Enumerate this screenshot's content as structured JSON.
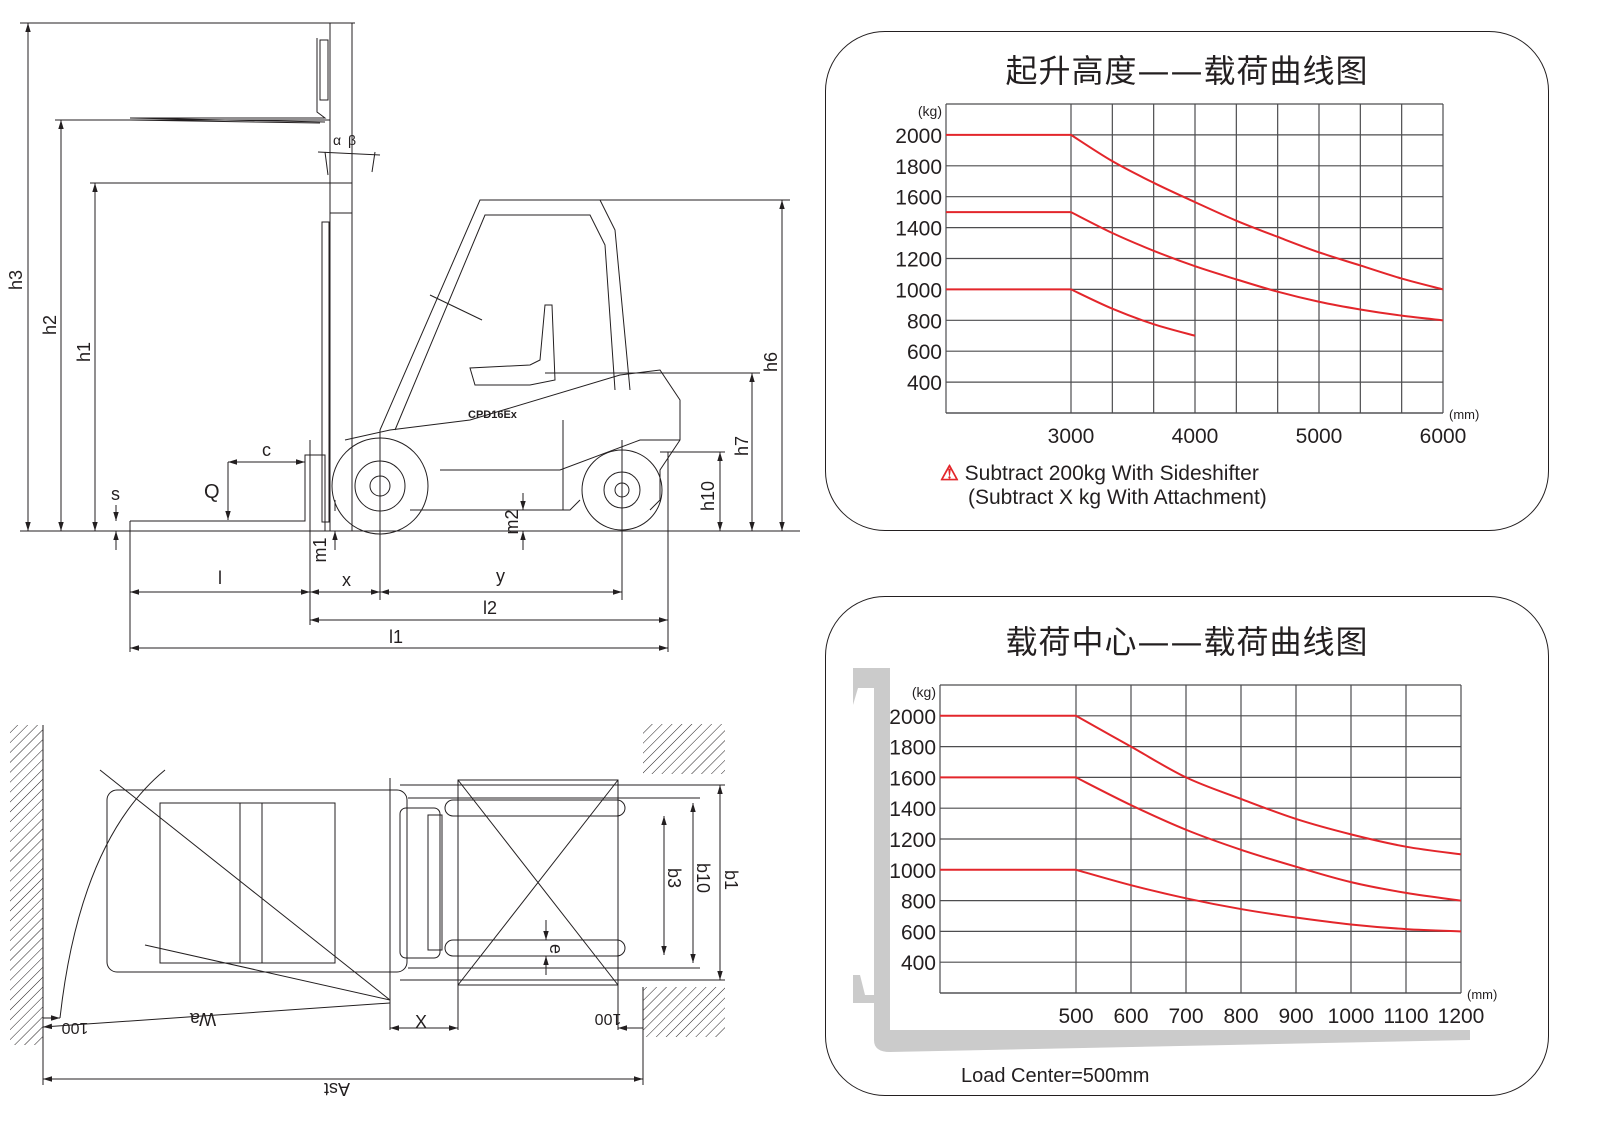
{
  "drawing": {
    "side_view": {
      "model_label": "CPD16Ex",
      "dimension_labels": {
        "h3": "h3",
        "h2": "h2",
        "h1": "h1",
        "h6": "h6",
        "h7": "h7",
        "h10": "h10",
        "alpha": "α",
        "beta": "β",
        "c": "c",
        "Q": "Q",
        "s": "s",
        "m1": "m1",
        "m2": "m2",
        "l": "l",
        "x": "x",
        "y": "y",
        "l2": "l2",
        "l1": "l1"
      }
    },
    "top_view": {
      "dimension_labels": {
        "Wa": "Wa",
        "X": "X",
        "Ast": "Ast",
        "b1": "b1",
        "b3": "b3",
        "b10": "b10",
        "e": "e",
        "clearance_left": "100",
        "clearance_right": "100"
      }
    }
  },
  "chart_data": [
    {
      "type": "line",
      "title": "起升高度——载荷曲线图",
      "xlabel": "(mm)",
      "ylabel": "(kg)",
      "x_ticks": [
        3000,
        4000,
        5000,
        6000
      ],
      "y_ticks": [
        400,
        600,
        800,
        1000,
        1200,
        1400,
        1600,
        1800,
        2000
      ],
      "xlim": [
        2000,
        6000
      ],
      "ylim": [
        200,
        2200
      ],
      "grid": true,
      "series": [
        {
          "name": "curve-2000",
          "color": "#e3262b",
          "points": [
            [
              2000,
              2000
            ],
            [
              3000,
              2000
            ],
            [
              3333,
              1830
            ],
            [
              3667,
              1690
            ],
            [
              4000,
              1565
            ],
            [
              4333,
              1445
            ],
            [
              4667,
              1340
            ],
            [
              5000,
              1240
            ],
            [
              5333,
              1155
            ],
            [
              5667,
              1070
            ],
            [
              6000,
              1000
            ]
          ]
        },
        {
          "name": "curve-1500",
          "color": "#e3262b",
          "points": [
            [
              2000,
              1500
            ],
            [
              3000,
              1500
            ],
            [
              3333,
              1365
            ],
            [
              3667,
              1250
            ],
            [
              4000,
              1150
            ],
            [
              4333,
              1065
            ],
            [
              4667,
              985
            ],
            [
              5000,
              920
            ],
            [
              5333,
              870
            ],
            [
              5667,
              830
            ],
            [
              6000,
              800
            ]
          ]
        },
        {
          "name": "curve-1000",
          "color": "#e3262b",
          "points": [
            [
              2000,
              1000
            ],
            [
              3000,
              1000
            ],
            [
              3333,
              875
            ],
            [
              3667,
              775
            ],
            [
              4000,
              700
            ]
          ]
        }
      ],
      "notes": {
        "warning_icon": "warning-triangle-icon",
        "line1": "Subtract 200kg With Sideshifter",
        "line2": "(Subtract X kg With Attachment)"
      }
    },
    {
      "type": "line",
      "title": "载荷中心——载荷曲线图",
      "xlabel": "(mm)",
      "ylabel": "(kg)",
      "x_ticks": [
        500,
        600,
        700,
        800,
        900,
        1000,
        1100,
        1200
      ],
      "y_ticks": [
        400,
        600,
        800,
        1000,
        1200,
        1400,
        1600,
        1800,
        2000
      ],
      "xlim": [
        0,
        1200
      ],
      "ylim": [
        200,
        2200
      ],
      "grid": true,
      "series": [
        {
          "name": "curve-2000",
          "color": "#e3262b",
          "points": [
            [
              0,
              2000
            ],
            [
              500,
              2000
            ],
            [
              600,
              1800
            ],
            [
              700,
              1600
            ],
            [
              800,
              1460
            ],
            [
              900,
              1330
            ],
            [
              1000,
              1230
            ],
            [
              1100,
              1150
            ],
            [
              1200,
              1100
            ]
          ]
        },
        {
          "name": "curve-1600",
          "color": "#e3262b",
          "points": [
            [
              0,
              1600
            ],
            [
              500,
              1600
            ],
            [
              600,
              1420
            ],
            [
              700,
              1260
            ],
            [
              800,
              1130
            ],
            [
              900,
              1020
            ],
            [
              1000,
              920
            ],
            [
              1100,
              850
            ],
            [
              1200,
              800
            ]
          ]
        },
        {
          "name": "curve-1000",
          "color": "#e3262b",
          "points": [
            [
              0,
              1000
            ],
            [
              500,
              1000
            ],
            [
              600,
              900
            ],
            [
              700,
              815
            ],
            [
              800,
              745
            ],
            [
              900,
              690
            ],
            [
              1000,
              645
            ],
            [
              1100,
              615
            ],
            [
              1200,
              600
            ]
          ]
        }
      ],
      "notes": {
        "footer": "Load Center=500mm"
      }
    }
  ]
}
